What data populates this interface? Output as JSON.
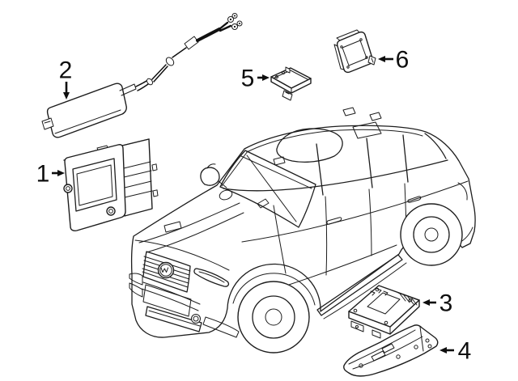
{
  "diagram": {
    "type": "vehicle-parts-diagram",
    "subject": "SUV line drawing, three-quarter front-left view, with electronic module callouts",
    "background_color": "#ffffff",
    "line_color": "#1d1d1d",
    "label_color": "#0e0e0e"
  },
  "callouts": [
    {
      "label": "1",
      "part": "radio-navigation-head-unit"
    },
    {
      "label": "2",
      "part": "flat-antenna-module-with-cable"
    },
    {
      "label": "3",
      "part": "control-module"
    },
    {
      "label": "4",
      "part": "mounting-bracket"
    },
    {
      "label": "5",
      "part": "roof-module"
    },
    {
      "label": "6",
      "part": "receiver-module"
    }
  ]
}
